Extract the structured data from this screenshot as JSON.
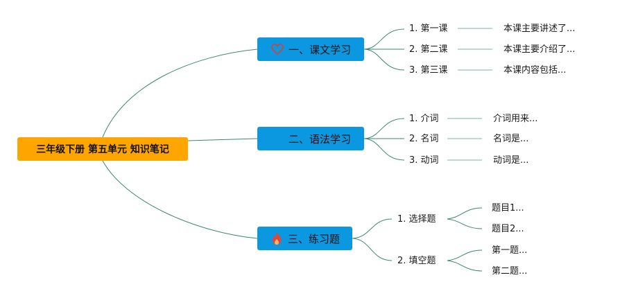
{
  "root": {
    "title": "三年级下册 第五单元 知识笔记"
  },
  "branches": [
    {
      "title": "一、课文学习",
      "icon": "heart-outline-icon",
      "children": [
        {
          "label": "1. 第一课",
          "note": "本课主要讲述了..."
        },
        {
          "label": "2. 第二课",
          "note": "本课主要介绍了..."
        },
        {
          "label": "3. 第三课",
          "note": "本课内容包括..."
        }
      ]
    },
    {
      "title": "二、语法学习",
      "icon": "",
      "children": [
        {
          "label": "1. 介词",
          "note": "介词用来..."
        },
        {
          "label": "2. 名词",
          "note": "名词是..."
        },
        {
          "label": "3. 动词",
          "note": "动词是..."
        }
      ]
    },
    {
      "title": "三、练习题",
      "icon": "fire-icon",
      "children": [
        {
          "label": "1. 选择题",
          "items": [
            "题目1...",
            "题目2..."
          ]
        },
        {
          "label": "2. 填空题",
          "items": [
            "第一题...",
            "第二题..."
          ]
        }
      ]
    }
  ],
  "colors": {
    "root_fill": "#ffa500",
    "branch_fill": "#0b98e0",
    "connector": "#3a8a6a",
    "leaf_line": "#7fb3a0",
    "heart_icon": "#e03a3a",
    "fire_icon": "#e8452a"
  }
}
